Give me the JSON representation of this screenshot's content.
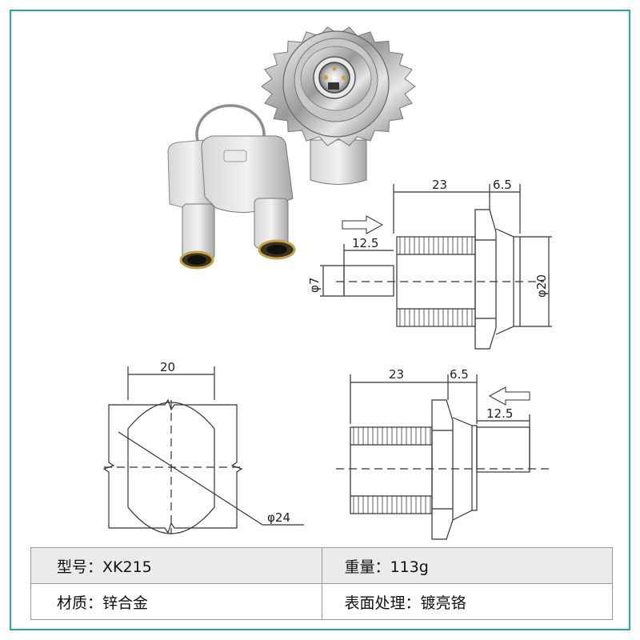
{
  "drawing_top": {
    "length_label": "23",
    "flange_label": "6.5",
    "shaft_label": "12.5",
    "shaft_dia_label": "φ7",
    "outer_dia_label": "φ20"
  },
  "drawing_front": {
    "width_label": "20",
    "circle_dia_label": "φ24"
  },
  "drawing_side": {
    "length_label": "23",
    "flange_label": "6.5",
    "shaft_label": "12.5"
  },
  "specs": {
    "model": "型号：XK215",
    "weight": "重量：113g",
    "material": "材质：锌合金",
    "finish": "表面处理：镀亮铬"
  },
  "colors": {
    "frame": "#2aa7a3",
    "line": "#333333",
    "shade_row": "#ebebeb"
  }
}
